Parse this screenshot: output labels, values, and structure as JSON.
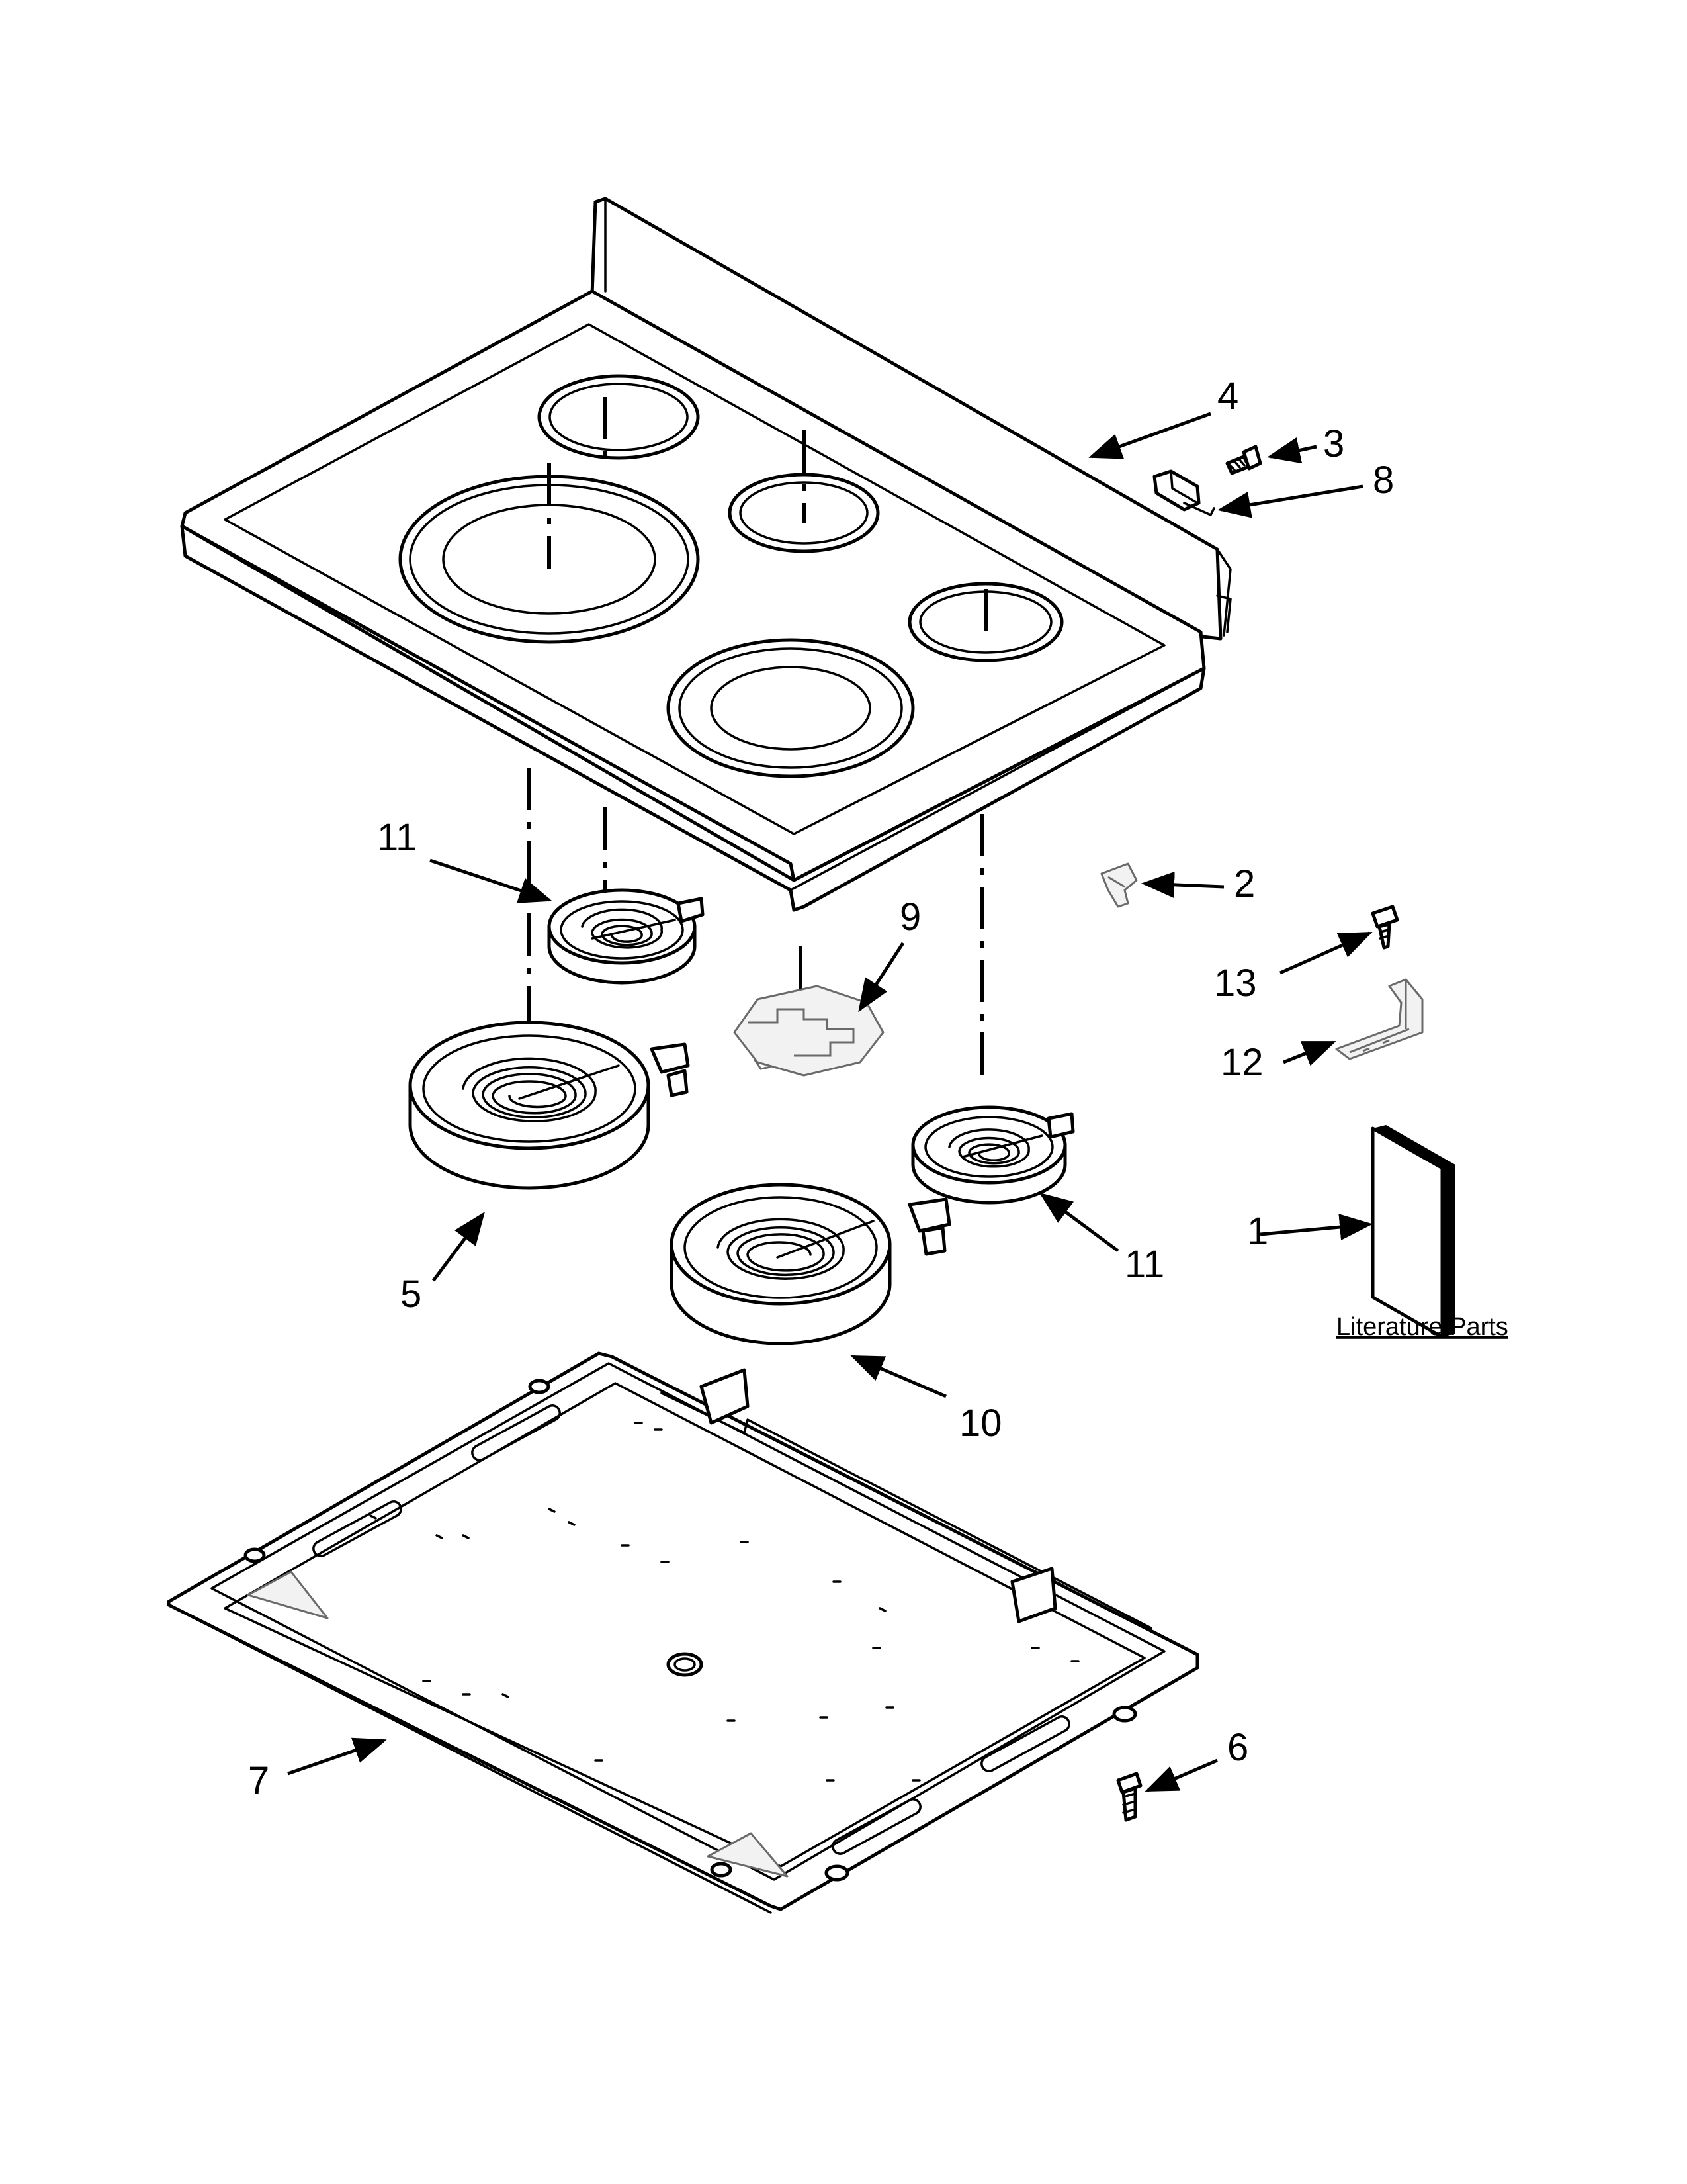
{
  "diagram": {
    "callouts": [
      {
        "id": "c1",
        "label": "1"
      },
      {
        "id": "c2",
        "label": "2"
      },
      {
        "id": "c3",
        "label": "3"
      },
      {
        "id": "c4",
        "label": "4"
      },
      {
        "id": "c5",
        "label": "5"
      },
      {
        "id": "c6",
        "label": "6"
      },
      {
        "id": "c7",
        "label": "7"
      },
      {
        "id": "c8",
        "label": "8"
      },
      {
        "id": "c9",
        "label": "9"
      },
      {
        "id": "c10",
        "label": "10"
      },
      {
        "id": "c11a",
        "label": "11"
      },
      {
        "id": "c11b",
        "label": "11"
      },
      {
        "id": "c12",
        "label": "12"
      },
      {
        "id": "c13",
        "label": "13"
      }
    ],
    "literature_label": "Literature Parts"
  },
  "colors": {
    "line": "#000000",
    "background": "#ffffff",
    "shading": "#f2f2f2"
  }
}
